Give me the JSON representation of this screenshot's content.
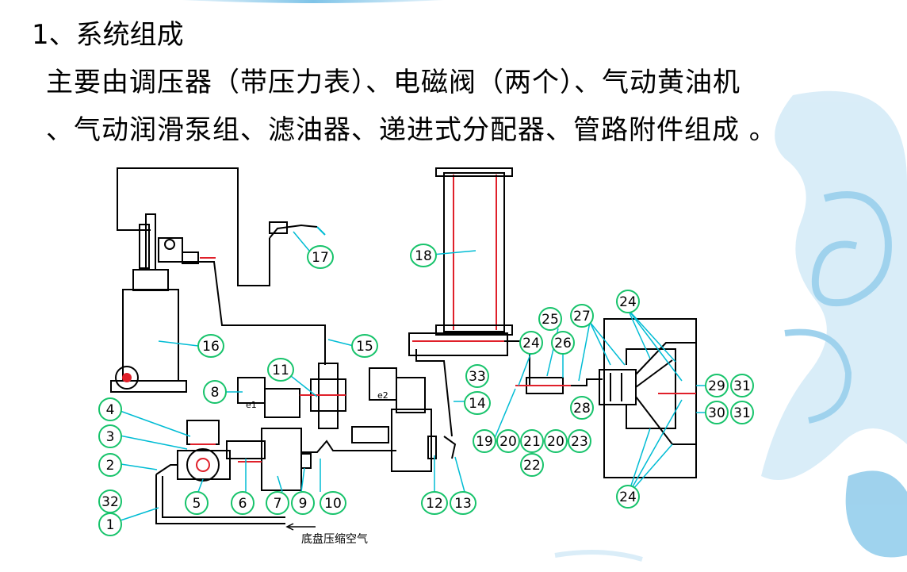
{
  "heading": "1、系统组成",
  "description": {
    "line1": "主要由调压器（带压力表）、电磁阀（两个）、气动黄油机",
    "line2": "、气动润滑泵组、滤油器、递进式分配器、管路附件组成 。"
  },
  "diagram": {
    "callouts": [
      "1",
      "2",
      "3",
      "4",
      "5",
      "6",
      "7",
      "8",
      "9",
      "10",
      "11",
      "12",
      "13",
      "14",
      "15",
      "16",
      "17",
      "18",
      "19",
      "20",
      "21",
      "20",
      "23",
      "22",
      "24",
      "25",
      "26",
      "27",
      "28",
      "29",
      "31",
      "30",
      "31",
      "32",
      "33",
      "24",
      "24"
    ],
    "valve_tags": [
      "e1",
      "e2"
    ],
    "air_source_label": "底盘压缩空气"
  },
  "colors": {
    "callout_stroke": "#17c36b",
    "leader": "#00bcd4",
    "pipe": "#000000",
    "accent_red": "#e0202a",
    "background_swirl": "#7fc4e8"
  }
}
